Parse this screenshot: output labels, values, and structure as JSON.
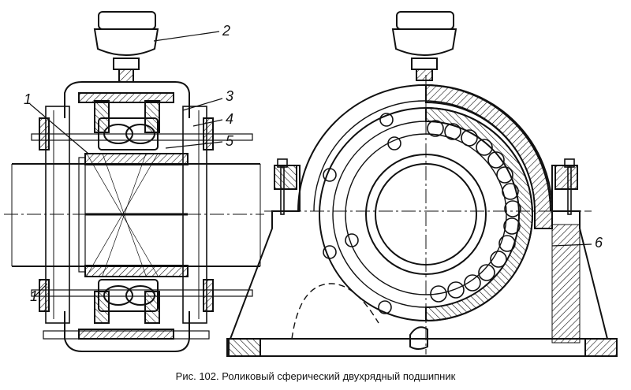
{
  "callouts": {
    "c1": "1",
    "c2": "2",
    "c3": "3",
    "c4": "4",
    "c5": "5",
    "c6": "6"
  },
  "caption": "Рис. 102. Роликовый сферический двухрядный подшипник"
}
